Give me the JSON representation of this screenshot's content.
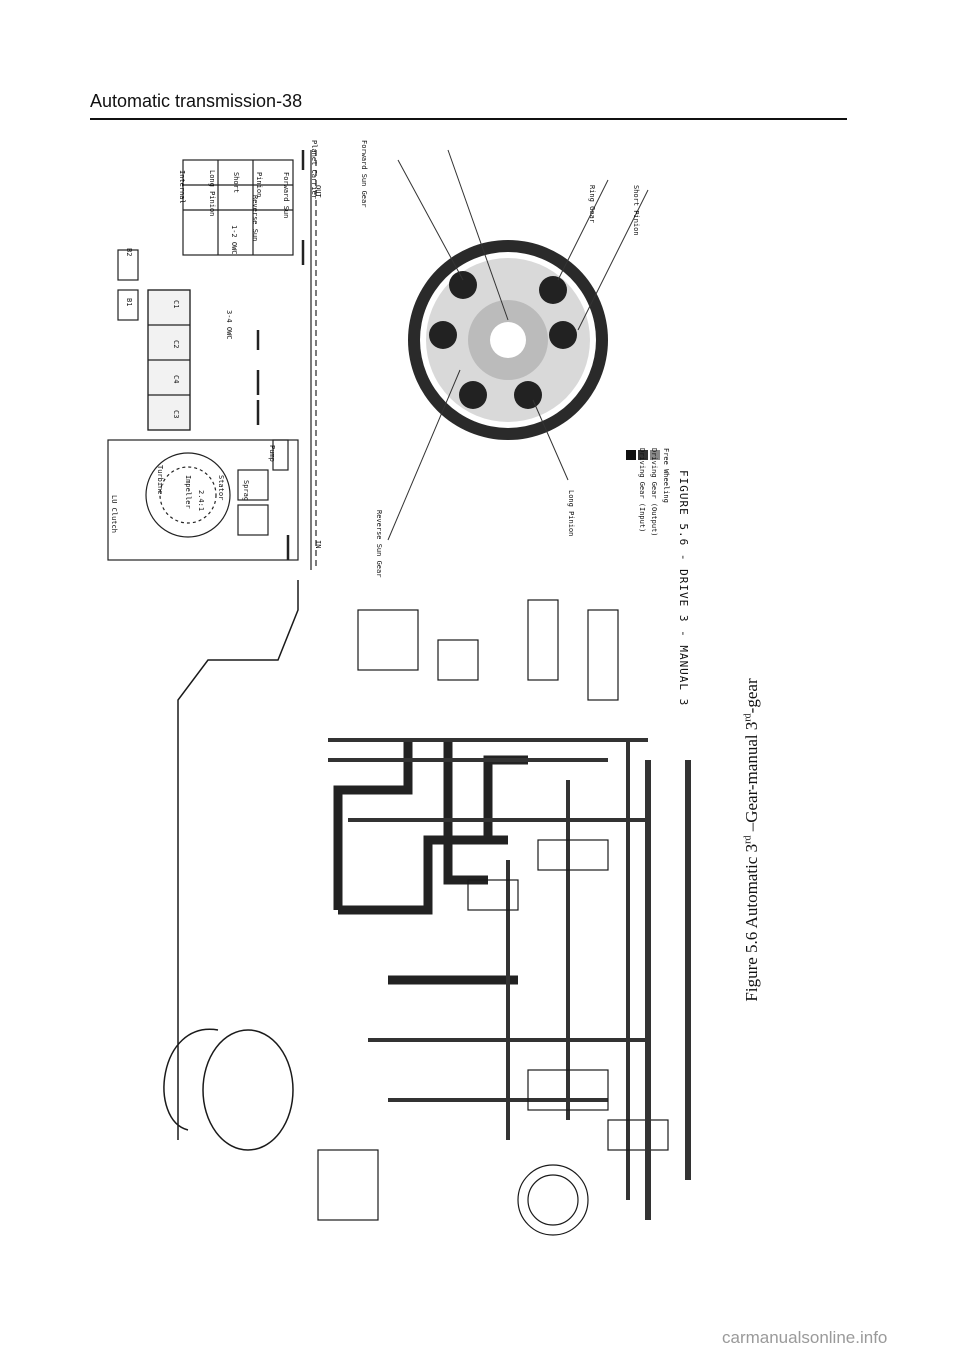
{
  "header": {
    "title": "Automatic transmission-38"
  },
  "figure": {
    "title": "FIGURE 5.6 - DRIVE 3 - MANUAL 3",
    "caption_prefix": "Figure 5.6   Automatic 3",
    "caption_sup1": "rd",
    "caption_mid": " –Gear-manual 3",
    "caption_sup2": "rd",
    "caption_suffix": "-gear"
  },
  "gear_labels": {
    "planet_carrier": "Planet Carrier",
    "forward_sun": "Forward Sun Gear",
    "ring_gear": "Ring Gear",
    "short_pinion": "Short Pinion",
    "reverse_sun": "Reverse Sun Gear",
    "long_pinion": "Long Pinion"
  },
  "legend": {
    "input": "Driving Gear (Input)",
    "output": "Driving Gear (Output)",
    "free": "Free Wheeling"
  },
  "schematic_labels": {
    "lu_clutch": "LU Clutch",
    "impeller": "Impeller",
    "turbine": "Turbine",
    "ratio": "2.4:1",
    "stator": "Stator",
    "sprag": "Sprag",
    "pump": "Pump",
    "c1": "C1",
    "c2": "C2",
    "c3": "C3",
    "c4": "C4",
    "b1": "B1",
    "b2": "B2",
    "owc_12": "1-2 OWC",
    "owc_34": "3-4 OWC",
    "reverse_sun": "Reverse Sun",
    "internal": "Internal",
    "long_pinion": "Long Pinion",
    "short": "Short",
    "pinion": "Pinion",
    "forward_sun": "Forward Sun",
    "in": "IN",
    "out": "OUT"
  },
  "watermark": "carmanualsonline.info",
  "colors": {
    "ink": "#111111",
    "grey": "#9a9a9a",
    "mid": "#777777"
  }
}
